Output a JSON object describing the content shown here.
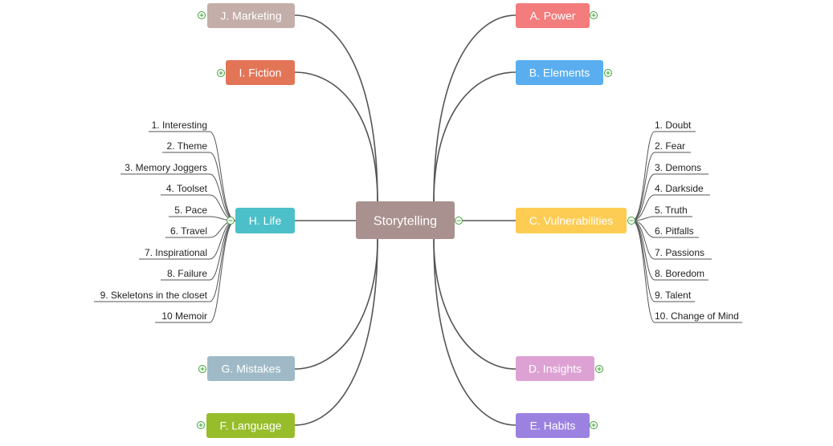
{
  "center": {
    "label": "Storytelling",
    "color": "#a9918f"
  },
  "branches": {
    "j": {
      "label": "J. Marketing",
      "color": "#c4aeaa"
    },
    "i": {
      "label": "I. Fiction",
      "color": "#e37557"
    },
    "h": {
      "label": "H. Life",
      "color": "#4cc0c8"
    },
    "g": {
      "label": "G. Mistakes",
      "color": "#9fbac6"
    },
    "f": {
      "label": "F. Language",
      "color": "#97bd2b"
    },
    "a": {
      "label": "A. Power",
      "color": "#f37c7c"
    },
    "b": {
      "label": "B. Elements",
      "color": "#5aaef0"
    },
    "c": {
      "label": "C. Vulnerabilities",
      "color": "#fdcc52"
    },
    "d": {
      "label": "D. Insights",
      "color": "#dda2d3"
    },
    "e": {
      "label": "E. Habits",
      "color": "#9b82e1"
    }
  },
  "life_items": [
    "1. Interesting",
    "2. Theme",
    "3. Memory Joggers",
    "4. Toolset",
    "5. Pace",
    "6. Travel",
    "7. Inspirational",
    "8. Failure",
    "9. Skeletons in the closet",
    "10 Memoir"
  ],
  "vulnerability_items": [
    "1. Doubt",
    "2. Fear",
    "3. Demons",
    "4. Darkside",
    "5. Truth",
    "6. Pitfalls",
    "7. Passions",
    "8. Boredom",
    "9. Talent",
    "10. Change of Mind"
  ],
  "colors": {
    "line": "#555555",
    "toggle": "#41a13a"
  }
}
